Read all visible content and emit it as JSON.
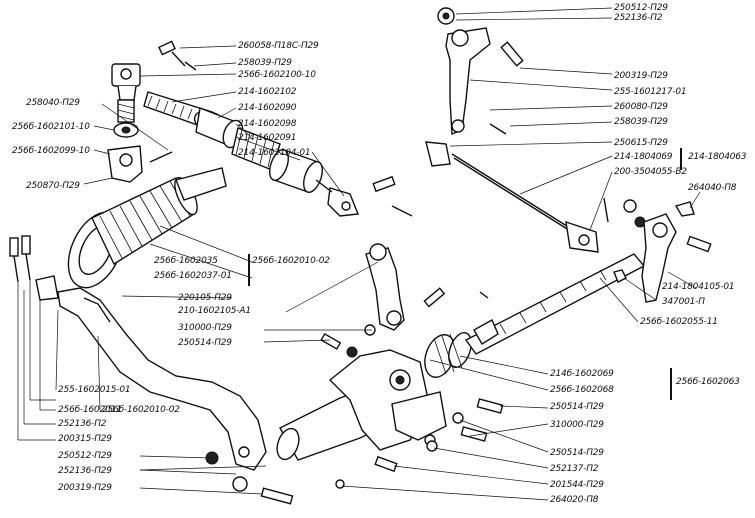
{
  "diagram": {
    "labels": [
      {
        "id": "l01",
        "text": "250512-П29"
      },
      {
        "id": "l02",
        "text": "252136-П2"
      },
      {
        "id": "l03",
        "text": "260058-П18С-П29"
      },
      {
        "id": "l04",
        "text": "258039-П29"
      },
      {
        "id": "l05",
        "text": "256б-1602100-10"
      },
      {
        "id": "l06",
        "text": "214-1602102"
      },
      {
        "id": "l07",
        "text": "214-1602090"
      },
      {
        "id": "l08",
        "text": "214-1602098"
      },
      {
        "id": "l09",
        "text": "214-1602091"
      },
      {
        "id": "l10",
        "text": "214-1602104-01"
      },
      {
        "id": "l11",
        "text": "258040-П29"
      },
      {
        "id": "l12",
        "text": "256б-1602101-10"
      },
      {
        "id": "l13",
        "text": "256б-1602099-10"
      },
      {
        "id": "l14",
        "text": "250870-П29"
      },
      {
        "id": "l15",
        "text": "200319-П29"
      },
      {
        "id": "l16",
        "text": "255-1601217-01"
      },
      {
        "id": "l17",
        "text": "260080-П29"
      },
      {
        "id": "l18",
        "text": "258039-П29"
      },
      {
        "id": "l19",
        "text": "250615-П29"
      },
      {
        "id": "l20",
        "text": "214-1804069"
      },
      {
        "id": "l21",
        "text": "214-1804063"
      },
      {
        "id": "l22",
        "text": "200-3504055-В2"
      },
      {
        "id": "l23",
        "text": "264040-П8"
      },
      {
        "id": "l24",
        "text": "256б-1602035"
      },
      {
        "id": "l25",
        "text": "256б-1602010-02"
      },
      {
        "id": "l26",
        "text": "256б-1602037-01"
      },
      {
        "id": "l27",
        "text": "220105-П29"
      },
      {
        "id": "l28",
        "text": "210-1602105-А1"
      },
      {
        "id": "l29",
        "text": "310000-П29"
      },
      {
        "id": "l30",
        "text": "250514-П29"
      },
      {
        "id": "l31",
        "text": "214-1804105-01"
      },
      {
        "id": "l32",
        "text": "347001-П"
      },
      {
        "id": "l33",
        "text": "256б-1602055-11"
      },
      {
        "id": "l34",
        "text": "214б-1602069"
      },
      {
        "id": "l35",
        "text": "256б-1602068"
      },
      {
        "id": "l36",
        "text": "256б-1602063"
      },
      {
        "id": "l37",
        "text": "250514-П29"
      },
      {
        "id": "l38",
        "text": "310000-П29"
      },
      {
        "id": "l39",
        "text": "255-1602015-01"
      },
      {
        "id": "l40",
        "text": "256б-1602011"
      },
      {
        "id": "l41",
        "text": "256б-1602010-02"
      },
      {
        "id": "l42",
        "text": "252136-П2"
      },
      {
        "id": "l43",
        "text": "200315-П29"
      },
      {
        "id": "l44",
        "text": "250512-П29"
      },
      {
        "id": "l45",
        "text": "252136-П29"
      },
      {
        "id": "l46",
        "text": "200319-П29"
      },
      {
        "id": "l47",
        "text": "250514-П29"
      },
      {
        "id": "l48",
        "text": "252137-П2"
      },
      {
        "id": "l49",
        "text": "201544-П29"
      },
      {
        "id": "l50",
        "text": "264020-П8"
      }
    ]
  }
}
